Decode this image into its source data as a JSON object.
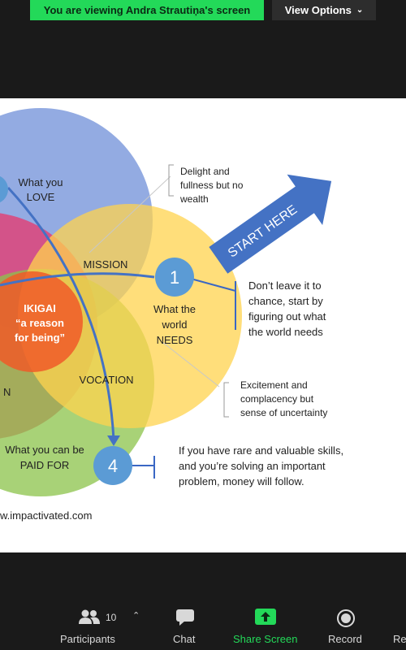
{
  "banner": {
    "viewing_text": "You are viewing Andra Strautiņa's screen"
  },
  "view_options": {
    "label": "View Options",
    "chevron": "chevron-down-icon"
  },
  "slide": {
    "circles": {
      "love": "What you\nLOVE",
      "needs": "What the\nworld\nNEEDS",
      "paid": "What you can be\nPAID FOR",
      "left_partial_letter": "N"
    },
    "overlaps": {
      "mission": "MISSION",
      "vocation": "VOCATION"
    },
    "center": {
      "line1": "IKIGAI",
      "line2": "“a reason",
      "line3": "for being”"
    },
    "arrow_label": "START HERE",
    "markers": {
      "one": "1",
      "four": "4"
    },
    "notes": {
      "delight": "Delight and\nfullness but no\nwealth",
      "dont_leave": "Don’t leave it to\nchance, start by\nfiguring out what\nthe world needs",
      "excitement": "Excitement and\ncomplacency but\nsense of uncertainty",
      "rare_skills": "If you have rare and valuable skills,\nand you’re solving an important\nproblem,  money will follow."
    },
    "url": "w.impactivated.com"
  },
  "toolbar": {
    "participants_label": "Participants",
    "participants_count": "10",
    "chat_label": "Chat",
    "share_label": "Share Screen",
    "record_label": "Record",
    "partial_label": "Re"
  },
  "colors": {
    "banner_green": "#23d959",
    "love_circle": "#6f8fd8",
    "needs_circle": "#ffd34d",
    "paid_circle": "#8bc34a",
    "center_orange": "#f05a28",
    "marker_blue": "#5b9bd5"
  }
}
